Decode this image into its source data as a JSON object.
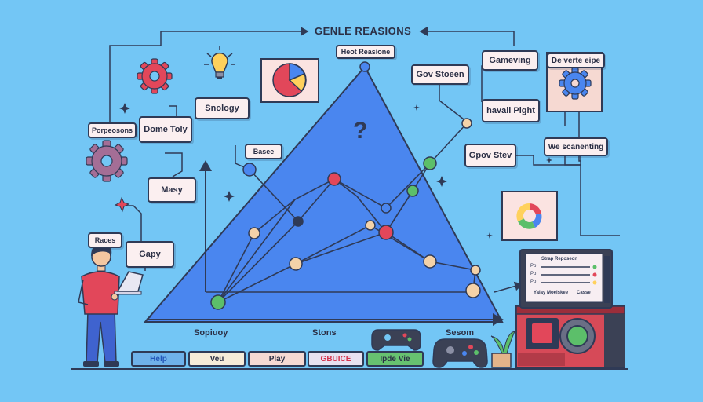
{
  "header": {
    "title": "GENLE REASIONS"
  },
  "labels": {
    "heat_reasons": "Heot Reasione",
    "gov_steen": "Gov Stoeen",
    "gamewing": "Gameving",
    "de_verte_eipe": "De verte eipe",
    "snology": "Snology",
    "porpeosons": "Porpeosons",
    "dome_toly": "Dome Toly",
    "basee": "Basee",
    "masy": "Masy",
    "havall_pight": "havall Pight",
    "gpov_stev": "Gpov Stev",
    "we_scanenting": "We scanenting",
    "races": "Races",
    "gapy": "Gapy"
  },
  "axis": {
    "x_left": "Sopiuoy",
    "x_mid": "Stons",
    "x_right": "Sesom"
  },
  "buttons": [
    {
      "label": "Help",
      "bg": "#6fb2ea",
      "fg": "#2456b8"
    },
    {
      "label": "Veu",
      "bg": "#f6ecd8",
      "fg": "#2b2f45"
    },
    {
      "label": "Play",
      "bg": "#f6d9d2",
      "fg": "#2b2f45"
    },
    {
      "label": "GBUICE",
      "bg": "#e7e1f0",
      "fg": "#d4324c"
    },
    {
      "label": "Ipde Vie",
      "bg": "#67c270",
      "fg": "#2b2f45"
    }
  ],
  "monitor": {
    "title": "Strap Reposeon",
    "rows": [
      "Pp",
      "Po",
      "Pp"
    ],
    "footer_left": "Yalay Moeiskee",
    "footer_right": "Casse"
  },
  "icons": [
    "gear-icon",
    "lightbulb-icon",
    "pie-chart-icon",
    "question-icon",
    "sparkle-icon",
    "person-with-laptop-icon",
    "gamepad-icon",
    "plant-icon",
    "console-icon"
  ],
  "colors": {
    "background": "#73c6f5",
    "triangle": "#4a86ef",
    "accent_red": "#e2475a",
    "accent_green": "#5cbf6a"
  }
}
